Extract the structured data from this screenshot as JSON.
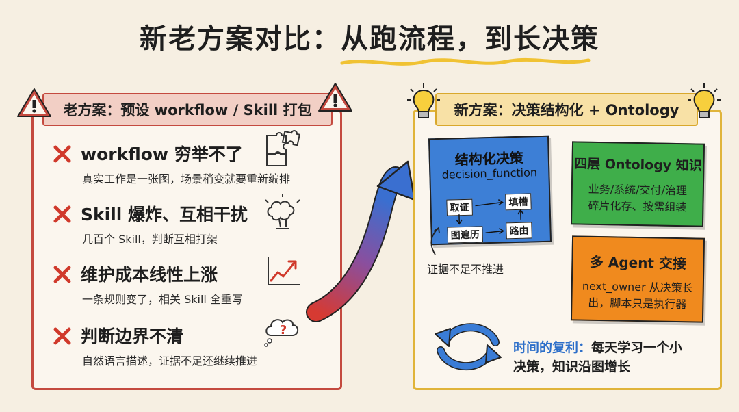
{
  "title": "新老方案对比：从跑流程，到长决策",
  "old_panel": {
    "banner": "老方案：预设 workflow / Skill 打包",
    "items": [
      {
        "heading": "workflow 穷举不了",
        "desc": "真实工作是一张图，场景稍变就要重新编排",
        "icon": "puzzle-icon"
      },
      {
        "heading": "Skill 爆炸、互相干扰",
        "desc": "几百个 Skill，判断互相打架",
        "icon": "explosion-icon"
      },
      {
        "heading": "维护成本线性上涨",
        "desc": "一条规则变了，相关 Skill 全重写",
        "icon": "rising-chart-icon"
      },
      {
        "heading": "判断边界不清",
        "desc": "自然语言描述，证据不足还继续推进",
        "icon": "question-cloud-icon"
      }
    ]
  },
  "new_panel": {
    "banner": "新方案：决策结构化 + Ontology",
    "decision_card": {
      "title": "结构化决策",
      "subtitle": "decision_function",
      "nodes": {
        "fetch": "取证",
        "fill": "填槽",
        "traverse": "图遍历",
        "route": "路由"
      },
      "note": "证据不足不推进"
    },
    "ontology_card": {
      "title": "四层 Ontology 知识",
      "line1": "业务/系统/交付/治理",
      "line2": "碎片化存、按需组装"
    },
    "agent_card": {
      "title": "多 Agent 交接",
      "line1": "next_owner 从决策长",
      "line2": "出，脚本只是执行器"
    },
    "loop": {
      "label": "时间的复利：",
      "text1": "每天学习一个小",
      "text2": "决策，知识沿图增长"
    }
  },
  "colors": {
    "old_accent": "#c44a3f",
    "new_accent": "#e0b43a",
    "blue_card": "#3d7fd6",
    "green_card": "#3fae4a",
    "orange_card": "#f08a1e"
  }
}
